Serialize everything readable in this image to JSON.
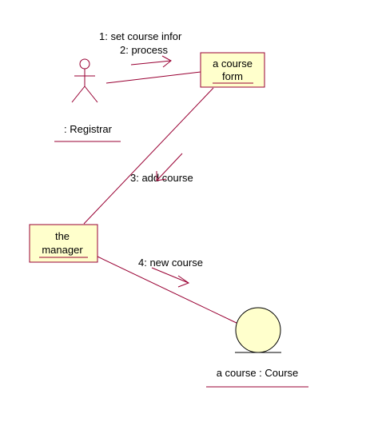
{
  "colors": {
    "link": "#990033",
    "box_fill": "#ffffcc",
    "box_border": "#990033",
    "entity_fill": "#ffffcc",
    "text": "#000000"
  },
  "actor": {
    "name": ": Registrar",
    "icon": "actor-stick-figure-icon"
  },
  "objects": {
    "course_form": {
      "line1": "a course",
      "line2": "form"
    },
    "manager": {
      "line1": "the",
      "line2": "manager"
    },
    "course_entity": {
      "name": "a course : Course",
      "icon": "entity-circle-icon"
    }
  },
  "messages": {
    "m1": "1: set course infor",
    "m2": "2: process",
    "m3": "3: add course",
    "m4": "4: new course"
  }
}
